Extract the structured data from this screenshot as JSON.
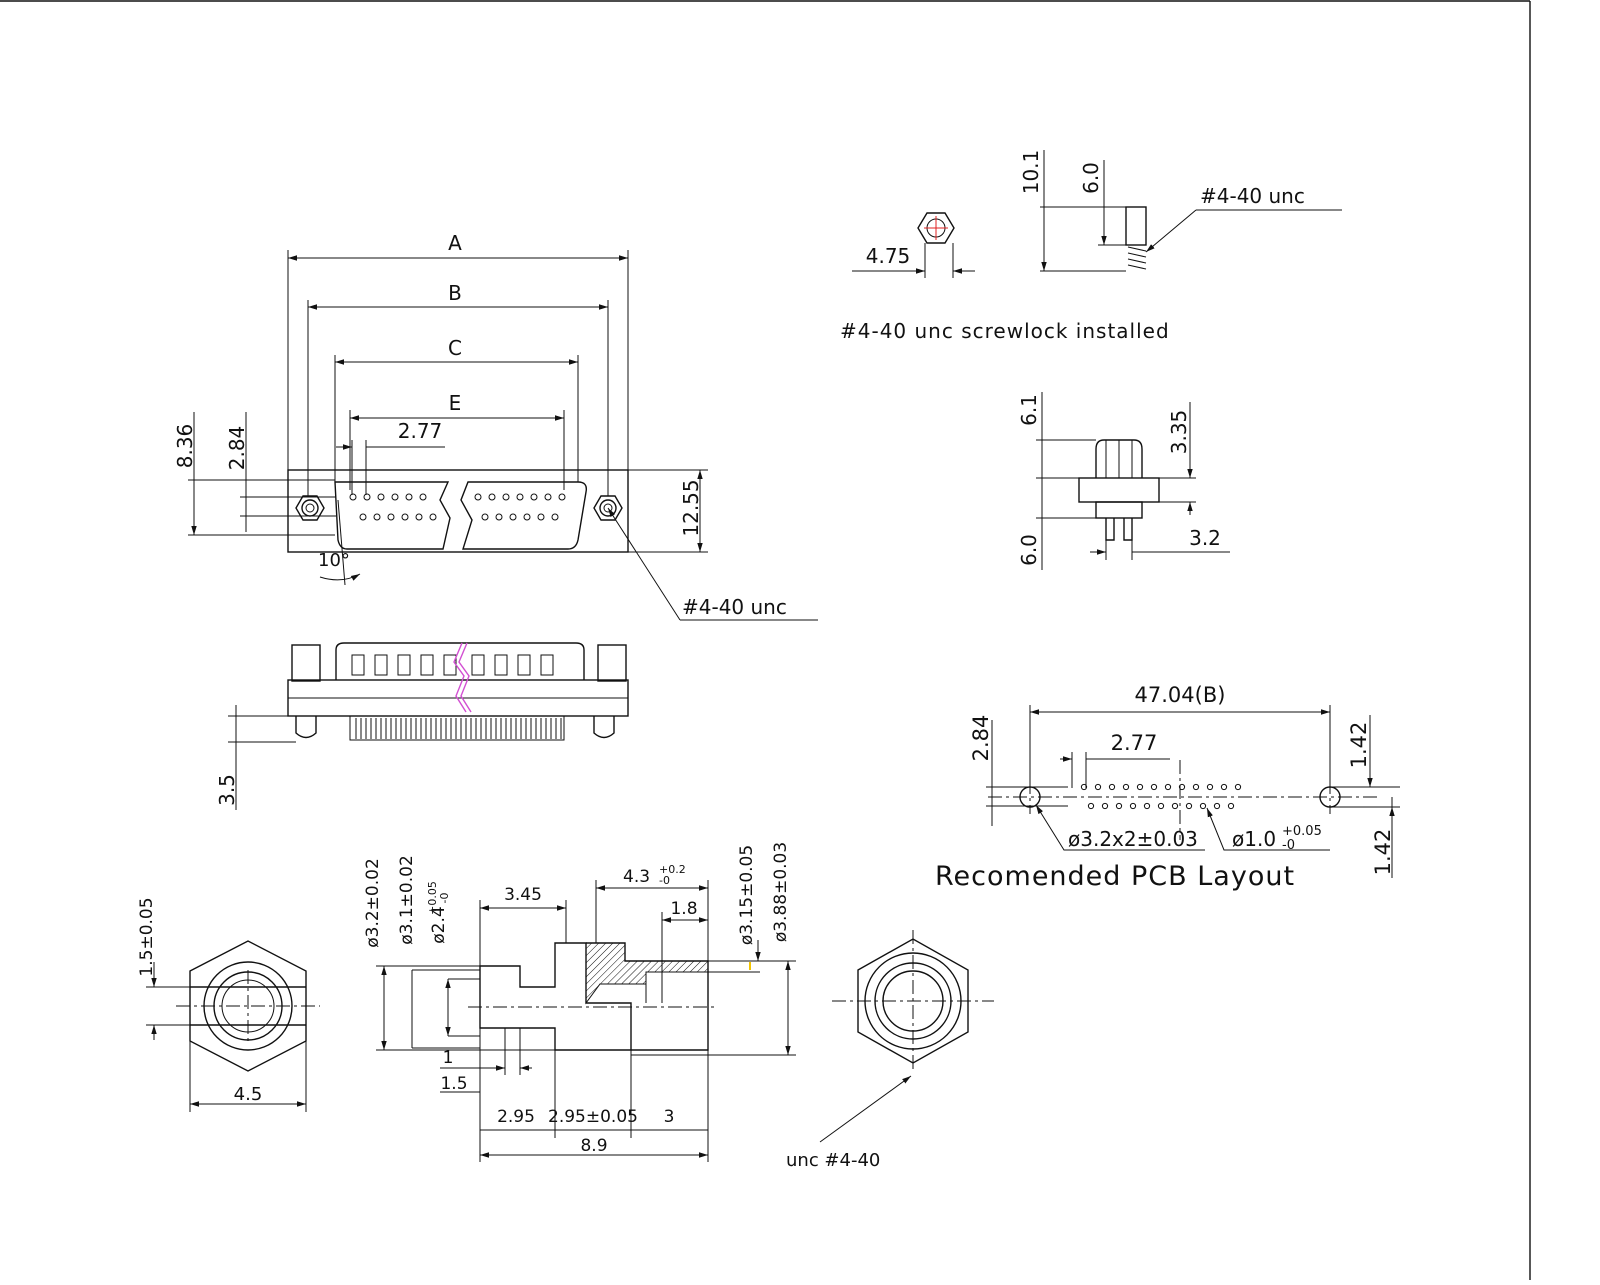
{
  "colors": {
    "line": "#111111",
    "break_line": "#d24fd2",
    "marker": "#f2c400",
    "center_mark": "#e02020"
  },
  "front_view": {
    "dims": {
      "A": "A",
      "B": "B",
      "C": "C",
      "E": "E",
      "pitch": "2.77",
      "height": "8.36",
      "row_gap": "2.84",
      "shell_h": "12.55",
      "angle": "10°",
      "thread": "#4-40 unc"
    }
  },
  "side_view": {
    "dims": {
      "pin_len": "3.5"
    }
  },
  "screwlock": {
    "dims": {
      "hex": "4.75",
      "total_h": "10.1",
      "body_h": "6.0",
      "thread": "#4-40 unc"
    },
    "caption": "#4-40 unc screwlock installed"
  },
  "standoff_view": {
    "dims": {
      "top": "6.1",
      "step": "3.35",
      "bottom": "6.0",
      "pin_w": "3.2"
    }
  },
  "pcb_layout": {
    "dims": {
      "B": "47.04(B)",
      "pitch": "2.77",
      "row_gap": "2.84",
      "offset_top": "1.42",
      "offset_bottom": "1.42",
      "mount_hole": "ø3.2x2±0.03",
      "pin_hole": "ø1.0",
      "pin_tol_plus": "+0.05",
      "pin_tol_minus": "-0"
    },
    "caption": "Recomended PCB Layout"
  },
  "nut_front": {
    "dims": {
      "slot": "1.5±0.05",
      "width": "4.5"
    }
  },
  "nut_section": {
    "dims": {
      "d1": "ø3.2±0.02",
      "d2": "ø3.1±0.02",
      "d3": "ø2.4",
      "d3_tol_plus": "+0.05",
      "d3_tol_minus": "-0",
      "len1": "3.45",
      "len2": "4.3",
      "len2_tol_plus": "+0.2",
      "len2_tol_minus": "-0",
      "len3": "1.8",
      "d4": "ø3.15±0.05",
      "d5": "ø3.88±0.03",
      "small1": "1",
      "small2": "1.5",
      "seg1": "2.95",
      "seg2": "2.95±0.05",
      "seg3": "3",
      "total": "8.9"
    }
  },
  "nut_end": {
    "callout": "unc #4-40"
  }
}
